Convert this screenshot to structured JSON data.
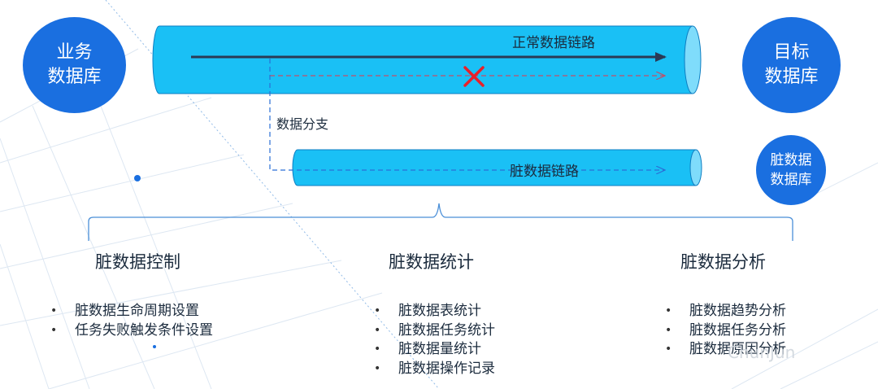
{
  "nodes": {
    "source_db": [
      "业务",
      "数据库"
    ],
    "target_db": [
      "目标",
      "数据库"
    ],
    "dirty_db": [
      "脏数据",
      "数据库"
    ]
  },
  "pipes": {
    "normal_label": "正常数据链路",
    "dirty_label": "脏数据链路",
    "branch_label": "数据分支"
  },
  "sections": [
    {
      "title": "脏数据控制",
      "items": [
        "脏数据生命周期设置",
        "任务失败触发条件设置"
      ]
    },
    {
      "title": "脏数据统计",
      "items": [
        "脏数据表统计",
        "脏数据任务统计",
        "脏数据量统计",
        "脏数据操作记录"
      ]
    },
    {
      "title": "脏数据分析",
      "items": [
        "脏数据趋势分析",
        "脏数据任务分析",
        "脏数据原因分析"
      ]
    }
  ],
  "colors": {
    "circle": "#1a6fe0",
    "pipe": "#1ac0f5",
    "pipe_end": "#7fdcfb",
    "arrow": "#2b3a55",
    "dashed": "#c0506a",
    "branch_dashed": "#2a6fd6",
    "cross": "#e8202a"
  },
  "watermark": "ChunJun"
}
